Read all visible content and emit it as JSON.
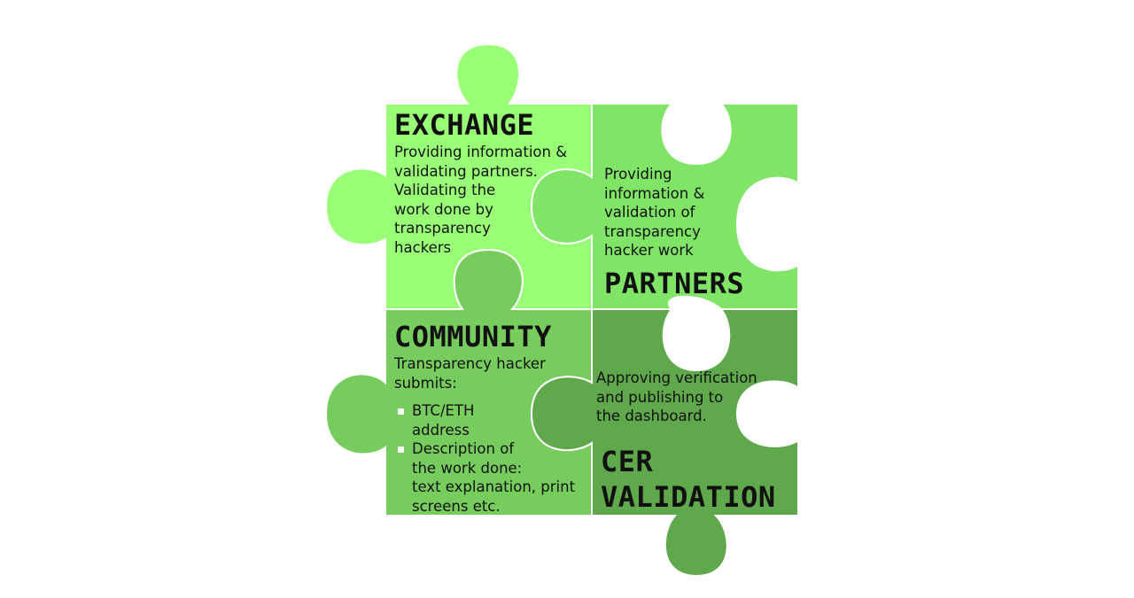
{
  "pieces": {
    "exchange": {
      "title": "EXCHANGE",
      "lines": [
        "Providing information &",
        "validating partners.",
        "Validating the",
        "work done by",
        "transparency",
        "hackers"
      ],
      "color": "#99ff77"
    },
    "partners": {
      "title": "PARTNERS",
      "lines": [
        "Providing",
        "information &",
        "validation of",
        "transparency",
        "hacker work"
      ],
      "color": "#80e566"
    },
    "community": {
      "title": "COMMUNITY",
      "intro_lines": [
        "Transparency hacker",
        "submits:"
      ],
      "bullets": [
        {
          "lines": [
            "BTC/ETH",
            "address"
          ]
        },
        {
          "lines": [
            "Description of",
            "the work done:",
            "text explanation, print",
            "screens etc."
          ]
        }
      ],
      "color": "#77cc5e"
    },
    "cer_validation": {
      "title_lines": [
        "CER",
        "VALIDATION"
      ],
      "lines": [
        "Approving verification",
        "and publishing to",
        "the dashboard."
      ],
      "color": "#5fa84c"
    }
  }
}
